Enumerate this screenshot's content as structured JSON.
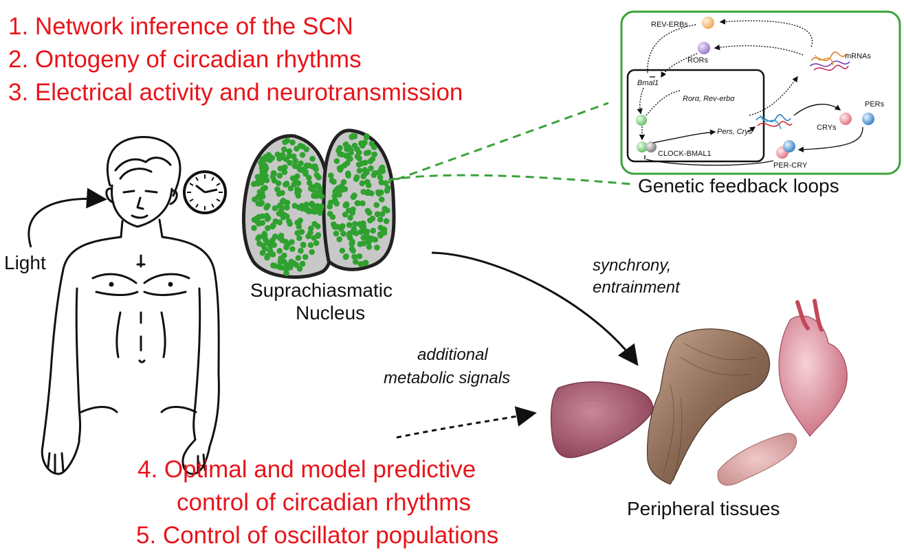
{
  "topics": [
    "1. Network inference of the SCN",
    "2. Ontogeny of circadian rhythms",
    "3. Electrical activity and neurotransmission",
    "4. Optimal and model predictive",
    "control of circadian rhythms",
    "5. Control of oscillator populations"
  ],
  "labels": {
    "light": "Light",
    "scn_line1": "Suprachiasmatic",
    "scn_line2": "Nucleus",
    "feedback": "Genetic feedback loops",
    "sync1": "synchrony,",
    "sync2": "entrainment",
    "meta1": "additional",
    "meta2": "metabolic signals",
    "periph": "Peripheral tissues"
  },
  "inset": {
    "rev_erbs": "REV-ERBs",
    "rors": "RORs",
    "mrnas": "mRNAs",
    "bmal1": "Bmal1",
    "ror_rev": "Rorα, Rev-erbα",
    "pers_crys": "Pers, Crys",
    "pers": "PERs",
    "crys": "CRYs",
    "clock_bmal1": "CLOCK-BMAL1",
    "per_cry": "PER-CRY"
  },
  "colors": {
    "topic_text": "#e8141a",
    "inset_border": "#3aa23a",
    "scn_cells": "#2fa12f",
    "scn_fill": "#c8c8c8"
  }
}
